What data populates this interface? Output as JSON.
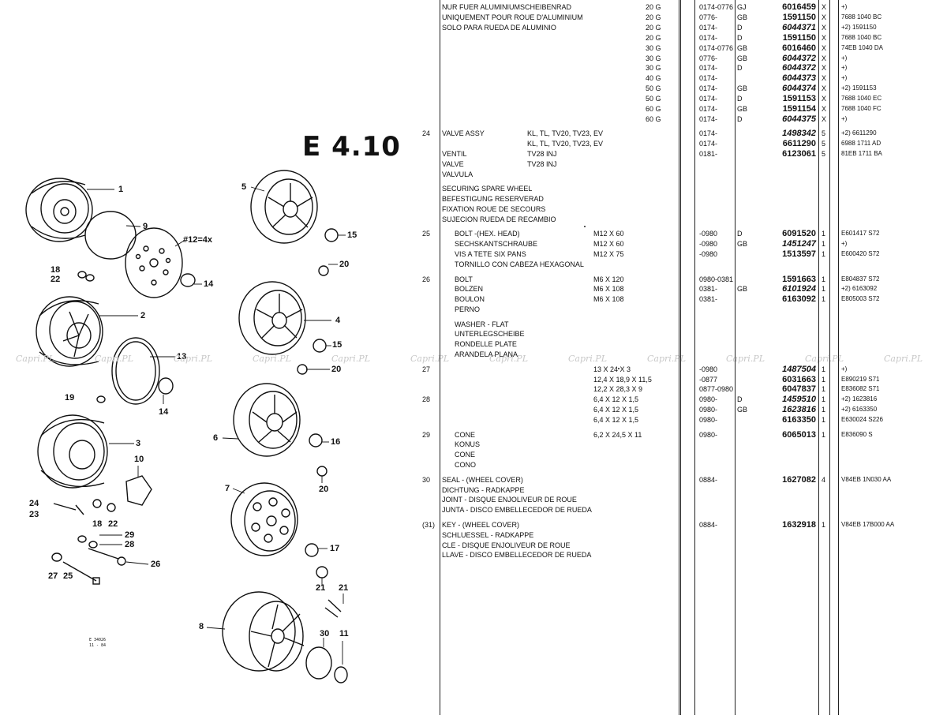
{
  "section": {
    "title": "E 4.10"
  },
  "stamp": {
    "line1": "E 34026",
    "line2": "11 - 84"
  },
  "watermark": {
    "text": "Capri.PL"
  },
  "callouts": [
    {
      "id": "1",
      "label": "1"
    },
    {
      "id": "2",
      "label": "2"
    },
    {
      "id": "3",
      "label": "3"
    },
    {
      "id": "4",
      "label": "4"
    },
    {
      "id": "5",
      "label": "5"
    },
    {
      "id": "6",
      "label": "6"
    },
    {
      "id": "7",
      "label": "7"
    },
    {
      "id": "8",
      "label": "8"
    },
    {
      "id": "9",
      "label": "9"
    },
    {
      "id": "10",
      "label": "10"
    },
    {
      "id": "11",
      "label": "11"
    },
    {
      "id": "12",
      "label": "#12=4x"
    },
    {
      "id": "13",
      "label": "13"
    },
    {
      "id": "14a",
      "label": "14"
    },
    {
      "id": "14b",
      "label": "14"
    },
    {
      "id": "15a",
      "label": "15"
    },
    {
      "id": "15b",
      "label": "15"
    },
    {
      "id": "16",
      "label": "16"
    },
    {
      "id": "17",
      "label": "17"
    },
    {
      "id": "18a",
      "label": "18"
    },
    {
      "id": "18b",
      "label": "18"
    },
    {
      "id": "19",
      "label": "19"
    },
    {
      "id": "20a",
      "label": "20"
    },
    {
      "id": "20b",
      "label": "20"
    },
    {
      "id": "20c",
      "label": "20"
    },
    {
      "id": "21a",
      "label": "21"
    },
    {
      "id": "21b",
      "label": "21"
    },
    {
      "id": "22a",
      "label": "22"
    },
    {
      "id": "22b",
      "label": "22"
    },
    {
      "id": "23",
      "label": "23"
    },
    {
      "id": "24",
      "label": "24"
    },
    {
      "id": "25",
      "label": "25"
    },
    {
      "id": "26",
      "label": "26"
    },
    {
      "id": "27",
      "label": "27"
    },
    {
      "id": "28",
      "label": "28"
    },
    {
      "id": "29",
      "label": "29"
    },
    {
      "id": "30",
      "label": "30"
    }
  ],
  "rows": [
    {
      "desc": "NUR FUER ALUMINIUMSCHEIBENRAD",
      "model": "20 G",
      "from": "0174-0776",
      "mkt": "GJ",
      "part": "6016459",
      "it": false,
      "qty": "X",
      "note": "+)"
    },
    {
      "desc": "UNIQUEMENT POUR ROUE D'ALUMINIUM",
      "model": "20 G",
      "from": "0776-",
      "mkt": "GB",
      "part": "1591150",
      "it": false,
      "qty": "X",
      "note": "7688 1040 BC"
    },
    {
      "desc": "SOLO PARA RUEDA DE ALUMINIO",
      "model": "20 G",
      "from": "0174-",
      "mkt": "D",
      "part": "6044371",
      "it": true,
      "qty": "X",
      "note": "+2) 1591150"
    },
    {
      "model": "20 G",
      "from": "0174-",
      "mkt": "D",
      "part": "1591150",
      "it": false,
      "qty": "X",
      "note": "7688 1040 BC"
    },
    {
      "model": "30 G",
      "from": "0174-0776",
      "mkt": "GB",
      "part": "6016460",
      "it": false,
      "qty": "X",
      "note": "74EB 1040 DA"
    },
    {
      "model": "30 G",
      "from": "0776-",
      "mkt": "GB",
      "part": "6044372",
      "it": true,
      "qty": "X",
      "note": "+)"
    },
    {
      "model": "30 G",
      "from": "0174-",
      "mkt": "D",
      "part": "6044372",
      "it": true,
      "qty": "X",
      "note": "+)"
    },
    {
      "model": "40 G",
      "from": "0174-",
      "part": "6044373",
      "it": true,
      "qty": "X",
      "note": "+)"
    },
    {
      "model": "50 G",
      "from": "0174-",
      "mkt": "GB",
      "part": "6044374",
      "it": true,
      "qty": "X",
      "note": "+2) 1591153"
    },
    {
      "model": "50 G",
      "from": "0174-",
      "mkt": "D",
      "part": "1591153",
      "it": false,
      "qty": "X",
      "note": "7688 1040 EC"
    },
    {
      "model": "60 G",
      "from": "0174-",
      "mkt": "GB",
      "part": "1591154",
      "it": false,
      "qty": "X",
      "note": "7688 1040 FC"
    },
    {
      "model": "60 G",
      "from": "0174-",
      "mkt": "D",
      "part": "6044375",
      "it": true,
      "qty": "X",
      "note": "+)"
    },
    {
      "gap": true
    },
    {
      "item": "24",
      "desc": "VALVE ASSY",
      "code": "KL, TL, TV20, TV23, EV",
      "from": "0174-",
      "part": "1498342",
      "it": true,
      "qty": "5",
      "note": "+2) 6611290"
    },
    {
      "code": "KL, TL, TV20, TV23, EV",
      "from": "0174-",
      "part": "6611290",
      "it": false,
      "qty": "5",
      "note": "6988 1711 AD"
    },
    {
      "desc": "VENTIL",
      "code": "TV28 INJ",
      "from": "0181-",
      "part": "6123061",
      "it": false,
      "qty": "5",
      "note": "81EB 1711 BA"
    },
    {
      "desc": "VALVE",
      "code": "TV28 INJ"
    },
    {
      "desc": "VALVULA"
    },
    {
      "gap": true
    },
    {
      "desc": "SECURING SPARE WHEEL"
    },
    {
      "desc": "BEFESTIGUNG RESERVERAD"
    },
    {
      "desc": "FIXATION ROUE DE SECOURS"
    },
    {
      "desc": "SUJECION RUEDA DE RECAMBIO"
    },
    {
      "gap": true
    },
    {
      "item": "25",
      "desc": "BOLT -(HEX. HEAD)",
      "ind": true,
      "spec": "M12 X 60",
      "from": "-0980",
      "mkt": "D",
      "part": "6091520",
      "it": false,
      "qty": "1",
      "note": "E601417 S72"
    },
    {
      "desc": "SECHSKANTSCHRAUBE",
      "ind": true,
      "spec": "M12 X 60",
      "from": "-0980",
      "mkt": "GB",
      "part": "1451247",
      "it": true,
      "qty": "1",
      "note": "+)"
    },
    {
      "desc": "VIS A TETE SIX PANS",
      "ind": true,
      "spec": "M12 X 75",
      "from": "-0980",
      "part": "1513597",
      "it": false,
      "qty": "1",
      "note": "E600420 S72"
    },
    {
      "desc": "TORNILLO CON CABEZA HEXAGONAL",
      "ind": true
    },
    {
      "gap": true
    },
    {
      "item": "26",
      "desc": "BOLT",
      "ind": true,
      "spec": "M6 X 120",
      "from": "0980-0381",
      "part": "1591663",
      "it": false,
      "qty": "1",
      "note": "E804837 S72"
    },
    {
      "desc": "BOLZEN",
      "ind": true,
      "spec": "M6 X 108",
      "from": "0381-",
      "mkt": "GB",
      "part": "6101924",
      "it": true,
      "qty": "1",
      "note": "+2) 6163092"
    },
    {
      "desc": "BOULON",
      "ind": true,
      "spec": "M6 X 108",
      "from": "0381-",
      "part": "6163092",
      "it": false,
      "qty": "1",
      "note": "E805003 S72"
    },
    {
      "desc": "PERNO",
      "ind": true
    },
    {
      "gap": true
    },
    {
      "desc": "WASHER - FLAT",
      "ind": true
    },
    {
      "desc": "UNTERLEGSCHEIBE",
      "ind": true
    },
    {
      "desc": "RONDELLE PLATE",
      "ind": true
    },
    {
      "desc": "ARANDELA PLANA",
      "ind": true
    },
    {
      "gap": true
    },
    {
      "item": "27",
      "spec": "13 X 24 X 3",
      "from": "-0980",
      "part": "1487504",
      "it": true,
      "qty": "1",
      "note": "+)"
    },
    {
      "spec": "12,4 X 18,9 X 11,5",
      "from": "-0877",
      "part": "6031663",
      "it": false,
      "qty": "1",
      "note": "E890219 S71"
    },
    {
      "spec": "12,2 X 28,3 X 9",
      "from": "0877-0980",
      "part": "6047837",
      "it": false,
      "qty": "1",
      "note": "E836082 S71"
    },
    {
      "item": "28",
      "spec": "6,4 X 12 X 1,5",
      "from": "0980-",
      "mkt": "D",
      "part": "1459510",
      "it": true,
      "qty": "1",
      "note": "+2) 1623816"
    },
    {
      "spec": "6,4 X 12 X 1,5",
      "from": "0980-",
      "mkt": "GB",
      "part": "1623816",
      "it": true,
      "qty": "1",
      "note": "+2) 6163350"
    },
    {
      "spec": "6,4 X 12 X 1,5",
      "from": "0980-",
      "part": "6163350",
      "it": false,
      "qty": "1",
      "note": "E630024 S226"
    },
    {
      "gap": true
    },
    {
      "item": "29",
      "desc": "CONE",
      "ind": true,
      "spec": "6,2 X 24,5 X 11",
      "from": "0980-",
      "part": "6065013",
      "it": false,
      "qty": "1",
      "note": "E836090 S"
    },
    {
      "desc": "KONUS",
      "ind": true
    },
    {
      "desc": "CONE",
      "ind": true
    },
    {
      "desc": "CONO",
      "ind": true
    },
    {
      "gap": true
    },
    {
      "item": "30",
      "desc": "SEAL - (WHEEL COVER)",
      "from": "0884-",
      "part": "1627082",
      "it": false,
      "qty": "4",
      "note": "V84EB 1N030 AA"
    },
    {
      "desc": "DICHTUNG - RADKAPPE"
    },
    {
      "desc": "JOINT - DISQUE ENJOLIVEUR DE ROUE"
    },
    {
      "desc": "JUNTA - DISCO EMBELLECEDOR DE RUEDA"
    },
    {
      "gap": true
    },
    {
      "item": "(31)",
      "desc": "KEY - (WHEEL COVER)",
      "from": "0884-",
      "part": "1632918",
      "it": false,
      "qty": "1",
      "note": "V84EB 17B000 AA"
    },
    {
      "desc": "SCHLUESSEL - RADKAPPE"
    },
    {
      "desc": "CLE - DISQUE ENJOLIVEUR DE ROUE"
    },
    {
      "desc": "LLAVE - DISCO EMBELLECEDOR DE RUEDA"
    }
  ]
}
